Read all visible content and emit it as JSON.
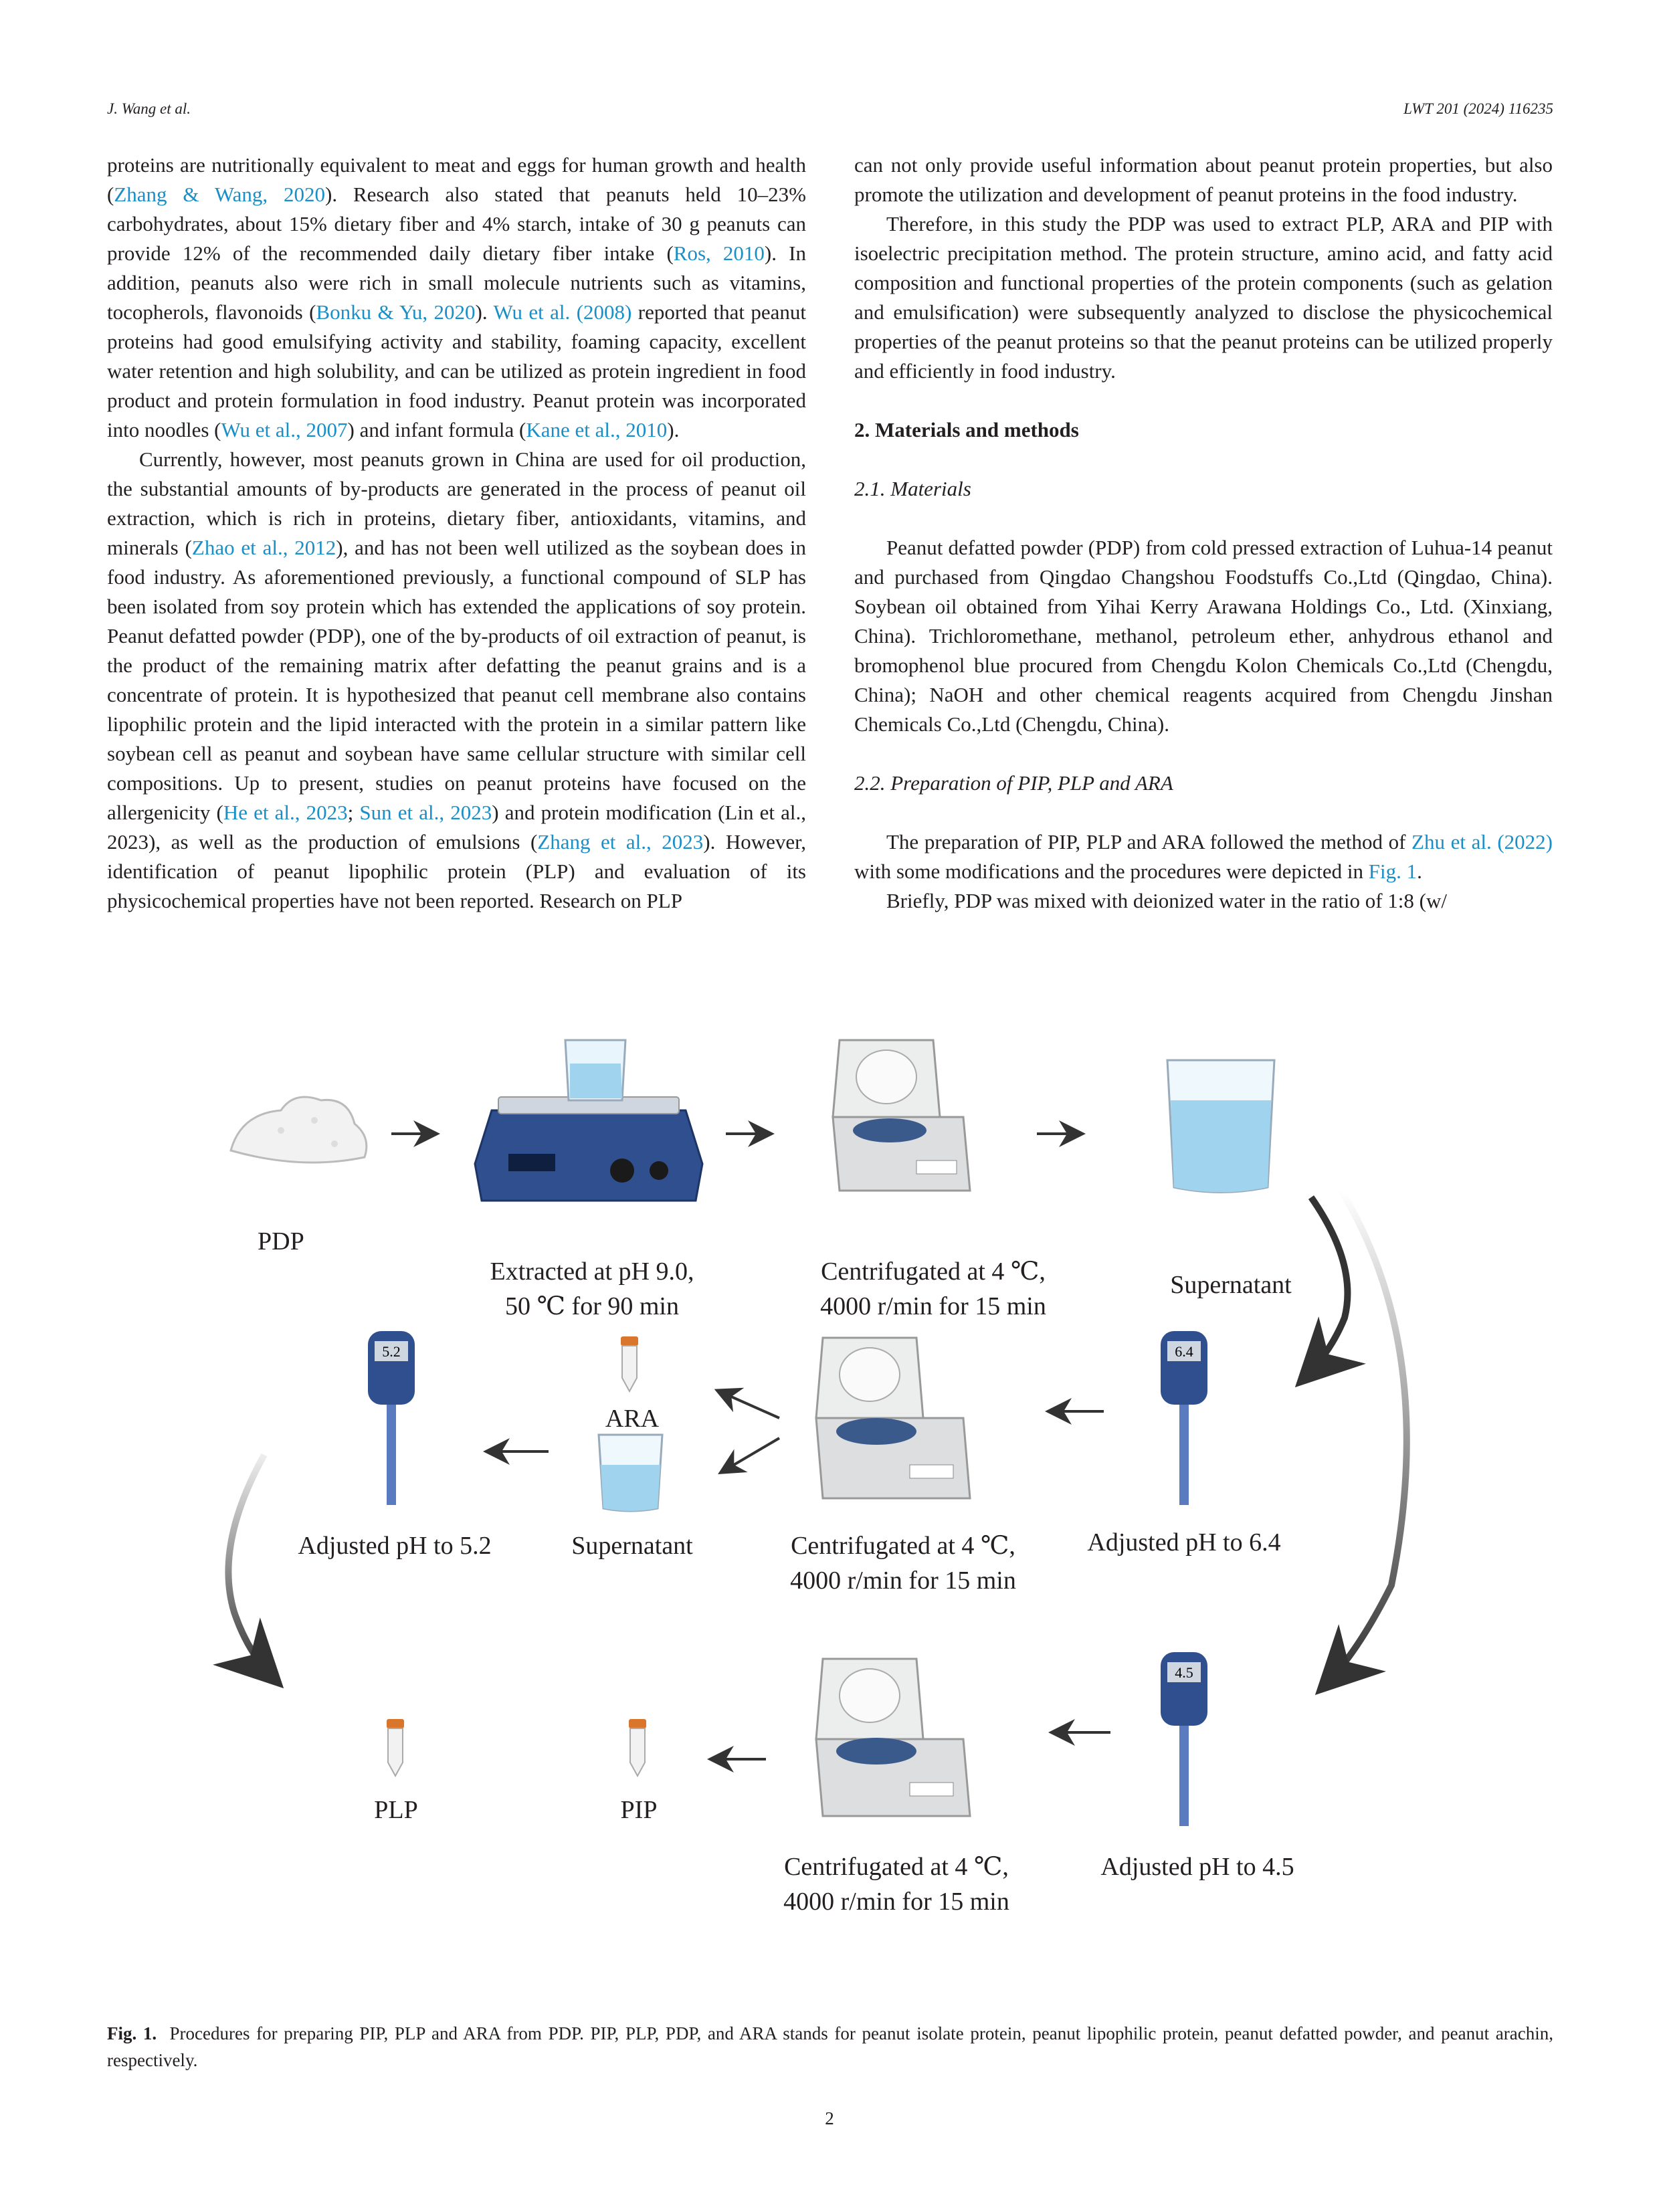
{
  "header": {
    "left": "J. Wang et al.",
    "right": "LWT 201 (2024) 116235"
  },
  "left_column": {
    "p1_a": "proteins are nutritionally equivalent to meat and eggs for human growth and health (",
    "p1_r1": "Zhang & Wang, 2020",
    "p1_b": "). Research also stated that peanuts held 10–23% carbohydrates, about 15% dietary fiber and 4% starch, intake of 30 g peanuts can provide 12% of the recommended daily dietary fiber intake (",
    "p1_r2": "Ros, 2010",
    "p1_c": "). In addition, peanuts also were rich in small molecule nutrients such as vitamins, tocopherols, flavonoids (",
    "p1_r3": "Bonku & Yu, 2020",
    "p1_d": "). ",
    "p1_r4": "Wu et al. (2008)",
    "p1_e": " reported that peanut proteins had good emulsifying activity and stability, foaming capacity, excellent water retention and high solubility, and can be utilized as protein ingredient in food product and protein formulation in food industry. Peanut protein was incorporated into noodles (",
    "p1_r5": "Wu et al., 2007",
    "p1_f": ") and infant formula (",
    "p1_r6": "Kane et al., 2010",
    "p1_g": ").",
    "p2_a": "Currently, however, most peanuts grown in China are used for oil production, the substantial amounts of by-products are generated in the process of peanut oil extraction, which is rich in proteins, dietary fiber, antioxidants, vitamins, and minerals (",
    "p2_r1": "Zhao et al., 2012",
    "p2_b": "), and has not been well utilized as the soybean does in food industry. As aforementioned previously, a functional compound of SLP has been isolated from soy protein which has extended the applications of soy protein. Peanut defatted powder (PDP), one of the by-products of oil extraction of peanut, is the product of the remaining matrix after defatting the peanut grains and is a concentrate of protein. It is hypothesized that peanut cell membrane also contains lipophilic protein and the lipid interacted with the protein in a similar pattern like soybean cell as peanut and soybean have same cellular structure with similar cell compositions. Up to present, studies on peanut proteins have focused on the allergenicity (",
    "p2_r2": "He et al., 2023",
    "p2_c": "; ",
    "p2_r3": "Sun et al., 2023",
    "p2_d": ") and protein modification (Lin et al., 2023), as well as the production of emulsions (",
    "p2_r4": "Zhang et al., 2023",
    "p2_e": "). However, identification of peanut lipophilic protein (PLP) and evaluation of its physicochemical properties have not been reported. Research on PLP"
  },
  "right_column": {
    "p1": "can not only provide useful information about peanut protein properties, but also promote the utilization and development of peanut proteins in the food industry.",
    "p2": "Therefore, in this study the PDP was used to extract PLP, ARA and PIP with isoelectric precipitation method. The protein structure, amino acid, and fatty acid composition and functional properties of the protein components (such as gelation and emulsification) were subsequently analyzed to disclose the physicochemical properties of the peanut proteins so that the peanut proteins can be utilized properly and efficiently in food industry.",
    "sec2": "2.  Materials and methods",
    "sec21": "2.1.  Materials",
    "p3": "Peanut defatted powder (PDP) from cold pressed extraction of Luhua-14 peanut and purchased from Qingdao Changshou Foodstuffs Co.,Ltd (Qingdao, China). Soybean oil obtained from Yihai Kerry Arawana Holdings Co., Ltd. (Xinxiang, China). Trichloromethane, methanol, petroleum ether, anhydrous ethanol and bromophenol blue procured from Chengdu Kolon Chemicals Co.,Ltd (Chengdu, China); NaOH and other chemical reagents acquired from Chengdu Jinshan Chemicals Co.,Ltd (Chengdu, China).",
    "sec22": "2.2.  Preparation of PIP, PLP and ARA",
    "p4_a": "The preparation of PIP, PLP and ARA followed the method of ",
    "p4_r1": "Zhu et al. (2022)",
    "p4_b": " with some modifications and the procedures were depicted in ",
    "p4_r2": "Fig. 1",
    "p4_c": ".",
    "p5": "Briefly, PDP was mixed with deionized water in the ratio of 1:8 (w/"
  },
  "figure": {
    "labels": {
      "pdp": "PDP",
      "extract_1": "Extracted at pH 9.0,",
      "extract_2": "50 ℃ for 90 min",
      "cent1_1": "Centrifugated at 4 ℃,",
      "cent1_2": "4000 r/min for 15 min",
      "supernatant1": "Supernatant",
      "ph64": "Adjusted pH to 6.4",
      "cent2_1": "Centrifugated at 4 ℃,",
      "cent2_2": "4000 r/min for 15 min",
      "ara": "ARA",
      "supernatant2": "Supernatant",
      "ph52": "Adjusted pH to 5.2",
      "ph45": "Adjusted pH to 4.5",
      "cent3_1": "Centrifugated at 4 ℃,",
      "cent3_2": "4000 r/min for 15 min",
      "pip": "PIP",
      "plp": "PLP",
      "meter_52": "5.2",
      "meter_64": "6.4",
      "meter_45": "4.5"
    },
    "caption_label": "Fig. 1.",
    "caption_text": "Procedures for preparing PIP, PLP and ARA from PDP. PIP, PLP, PDP, and ARA stands for peanut isolate protein, peanut lipophilic protein, peanut defatted powder, and peanut arachin, respectively."
  },
  "page_number": "2",
  "colors": {
    "link": "#1a8fc7",
    "text": "#231f20",
    "stirrer": "#2f4f8f",
    "tube_cap": "#d9762b",
    "liquid": "#9fd3ee"
  }
}
